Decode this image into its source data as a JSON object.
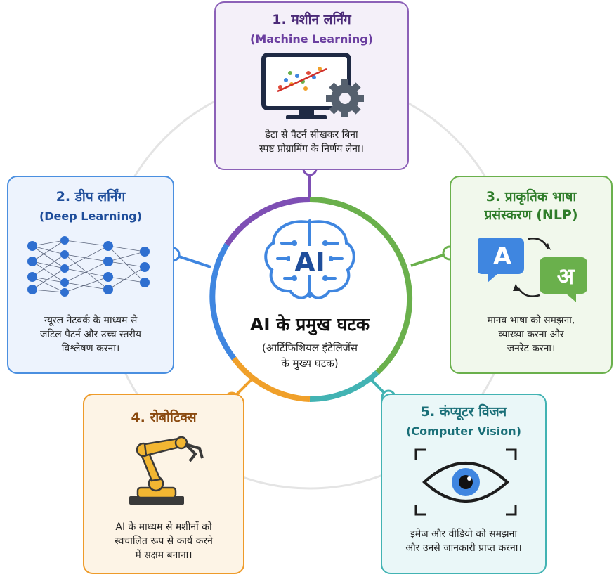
{
  "center": {
    "logo_text": "AI",
    "title": "AI के प्रमुख घटक",
    "subtitle_lines": [
      "(आर्टिफिशियल इंटेलिजेंस",
      "के मुख्य घटक)"
    ]
  },
  "components": [
    {
      "title": "1. मशीन लर्निंग",
      "subtitle": "(Machine Learning)",
      "description_lines": [
        "डेटा से पैटर्न सीखकर बिना",
        "स्पष्ट प्रोग्रामिंग के निर्णय लेना।"
      ],
      "color": "#6b3fa0",
      "icon": "computer-chart-gear-icon"
    },
    {
      "title": "2. डीप लर्निंग",
      "subtitle": "(Deep Learning)",
      "description_lines": [
        "न्यूरल नेटवर्क के माध्यम से",
        "जटिल पैटर्न और उच्च स्तरीय",
        "विश्लेषण करना।"
      ],
      "color": "#1f4e9b",
      "icon": "neural-network-icon"
    },
    {
      "title": "3. प्राकृतिक भाषा",
      "title_line2": "प्रसंस्करण (NLP)",
      "description_lines": [
        "मानव भाषा को समझना,",
        "व्याख्या करना और",
        "जनरेट करना।"
      ],
      "color": "#2f7d2a",
      "icon": "translate-bubbles-icon",
      "bubble_left": "A",
      "bubble_right": "अ"
    },
    {
      "title": "4. रोबोटिक्स",
      "description_lines": [
        "AI के माध्यम से मशीनों को",
        "स्वचालित रूप से कार्य करने",
        "में सक्षम बनाना।"
      ],
      "color": "#8a4a10",
      "icon": "robot-arm-icon"
    },
    {
      "title": "5. कंप्यूटर विजन",
      "subtitle": "(Computer Vision)",
      "description_lines": [
        "इमेज और वीडियो को समझना",
        "और उनसे जानकारी प्राप्त करना।"
      ],
      "color": "#1a6f78",
      "icon": "eye-scan-icon"
    }
  ],
  "ring_colors": [
    "#7e4fb4",
    "#6ab04c",
    "#42b3b3",
    "#f0a02a",
    "#3f86e0"
  ]
}
